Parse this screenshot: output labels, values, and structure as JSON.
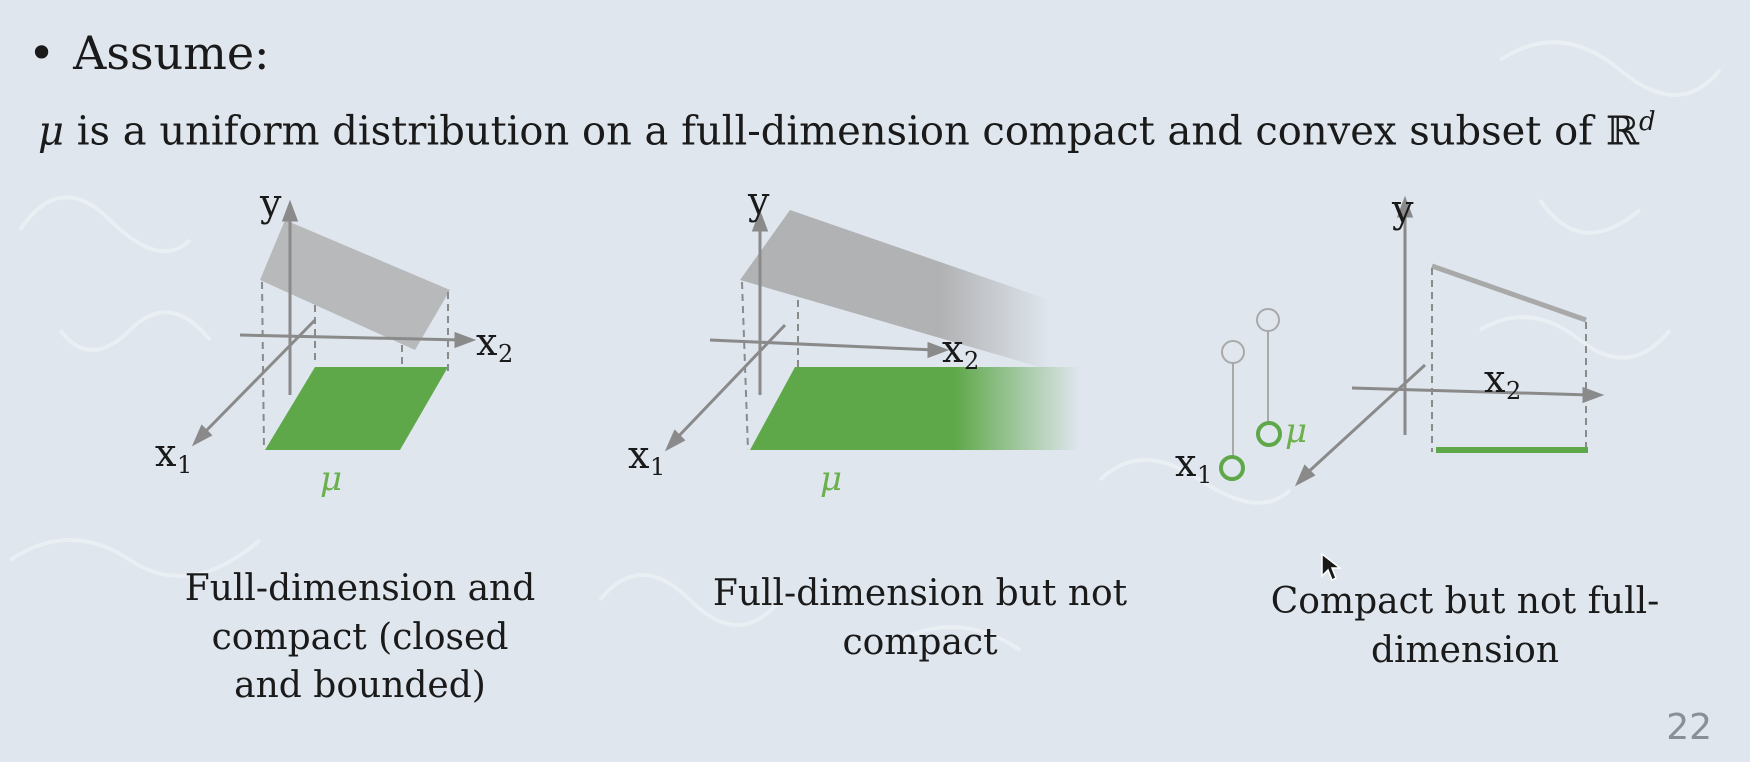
{
  "slide": {
    "bullet": "•",
    "heading": "Assume:",
    "assumption": {
      "symbol": "μ",
      "text": " is a uniform distribution on a full-dimension compact and convex subset of ",
      "space": "ℝ",
      "exponent": "d"
    },
    "page_number": "22"
  },
  "panels": [
    {
      "axes": {
        "y": "y",
        "x1": "x",
        "x1_sub": "1",
        "x2": "x",
        "x2_sub": "2"
      },
      "measure": "μ",
      "caption": "Full-dimension and\ncompact (closed\nand bounded)"
    },
    {
      "axes": {
        "y": "y",
        "x1": "x",
        "x1_sub": "1",
        "x2": "x",
        "x2_sub": "2"
      },
      "measure": "μ",
      "caption": "Full-dimension but not\ncompact"
    },
    {
      "axes": {
        "y": "y",
        "x1": "x",
        "x1_sub": "1",
        "x2": "x",
        "x2_sub": "2"
      },
      "measure": "μ",
      "caption": "Compact but not full-\ndimension"
    }
  ],
  "colors": {
    "background": "#dfe6ee",
    "plane": "#a9a9a9",
    "support": "#5fa84a",
    "axis": "#8a8a8a",
    "text": "#1a1a1a"
  }
}
